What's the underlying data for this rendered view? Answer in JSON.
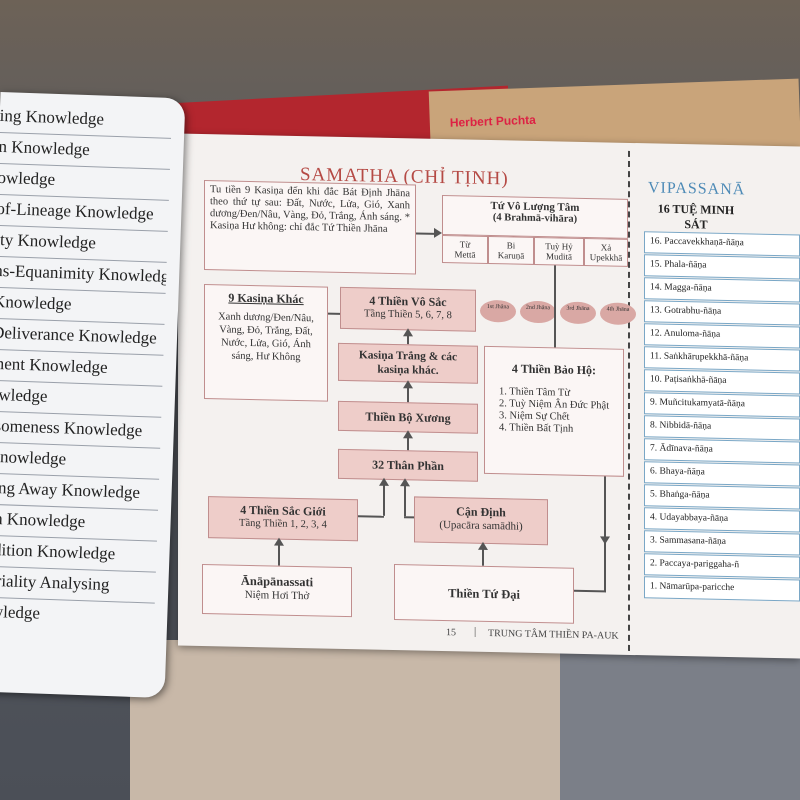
{
  "left_book": {
    "rows": [
      "ing Knowledge",
      "n Knowledge",
      "owledge",
      "of-Lineage Knowledge",
      "ity Knowledge",
      "ns-Equanimity Knowledge",
      "Knowledge",
      "Deliverance Knowledge",
      "ment Knowledge",
      "owledge",
      "rsomeness Knowledge",
      "Knowledge",
      "sing Away Knowledge",
      "on Knowledge",
      "ndition Knowledge",
      "teriality Analysing",
      "owledge"
    ]
  },
  "book_spine": {
    "text": "Herbert Puchta"
  },
  "page": {
    "samatha_title": "SAMATHA (CHỈ TỊNH)",
    "vipassana_title": "VIPASSANĀ",
    "vipassana_subtitle": "16 TUỆ MINH SÁT",
    "intro": "Tu tiền 9 Kasiṇa đến khi đắc Bát Định Jhāna theo thứ tự sau: Đất, Nước, Lửa, Gió, Xanh dương/Đen/Nâu, Vàng, Đỏ, Trắng, Ánh sáng. * Kasiṇa Hư không: chỉ đắc Tứ Thiền Jhāna",
    "tu_vo_luong_tam": {
      "title": "Tứ Vô Lượng Tâm",
      "sub": "(4 Brahmā-vihāra)",
      "items": [
        [
          "Từ",
          "Mettā"
        ],
        [
          "Bi",
          "Karuṇā"
        ],
        [
          "Tuỳ Hỷ",
          "Muditā"
        ],
        [
          "Xả",
          "Upekkhā"
        ]
      ]
    },
    "jhana_ovals": [
      "1st Jhāna",
      "2nd Jhāna",
      "3rd Jhāna",
      "4th Jhāna"
    ],
    "kasina_khac": {
      "title": "9 Kasiṇa Khác",
      "body": "Xanh dương/Đen/Nâu, Vàng, Đỏ, Trắng, Đất, Nước, Lửa, Gió, Ánh sáng, Hư Không"
    },
    "vo_sac": {
      "title": "4 Thiền Vô Sắc",
      "sub": "Tầng Thiền 5, 6, 7, 8"
    },
    "kasina_trang": "Kasiṇa Trắng & các kasiṇa khác.",
    "bo_xuong": "Thiền Bộ Xương",
    "than_phan": "32 Thân Phần",
    "sac_gioi": {
      "title": "4 Thiền Sắc Giới",
      "sub": "Tầng Thiền 1, 2, 3, 4"
    },
    "can_dinh": {
      "title": "Cận Định",
      "sub": "(Upacāra samādhi)"
    },
    "bao_ho": {
      "title": "4 Thiền Bảo Hộ:",
      "items": [
        "1. Thiền Tâm Từ",
        "2. Tuỳ Niệm Ân Đức Phật",
        "3. Niệm Sự Chết",
        "4. Thiền Bất Tịnh"
      ]
    },
    "anapana": {
      "title": "Ānāpānassati",
      "sub": "Niệm Hơi Thở"
    },
    "tu_dai": "Thiền Tứ Đại",
    "vipassana_list": [
      "16. Paccavekkhaṇā-ñāṇa",
      "15. Phala-ñāṇa",
      "14. Magga-ñāṇa",
      "13. Gotrabhu-ñāṇa",
      "12. Anuloma-ñāṇa",
      "11. Saṅkhārupekkhā-ñāṇa",
      "10. Paṭisaṅkhā-ñāṇa",
      "9. Muñcitukamyatā-ñāṇa",
      "8. Nibbidā-ñāṇa",
      "7. Ādīnava-ñāṇa",
      "6. Bhaya-ñāṇa",
      "5. Bhaṅga-ñāṇa",
      "4. Udayabbaya-ñāṇa",
      "3. Sammasana-ñāṇa",
      "2. Paccaya-pariggaha-ñ",
      "1. Nāmarūpa-paricche"
    ],
    "footer_page": "15",
    "footer_text": "TRUNG TÂM THIỀN PA-AUK"
  }
}
